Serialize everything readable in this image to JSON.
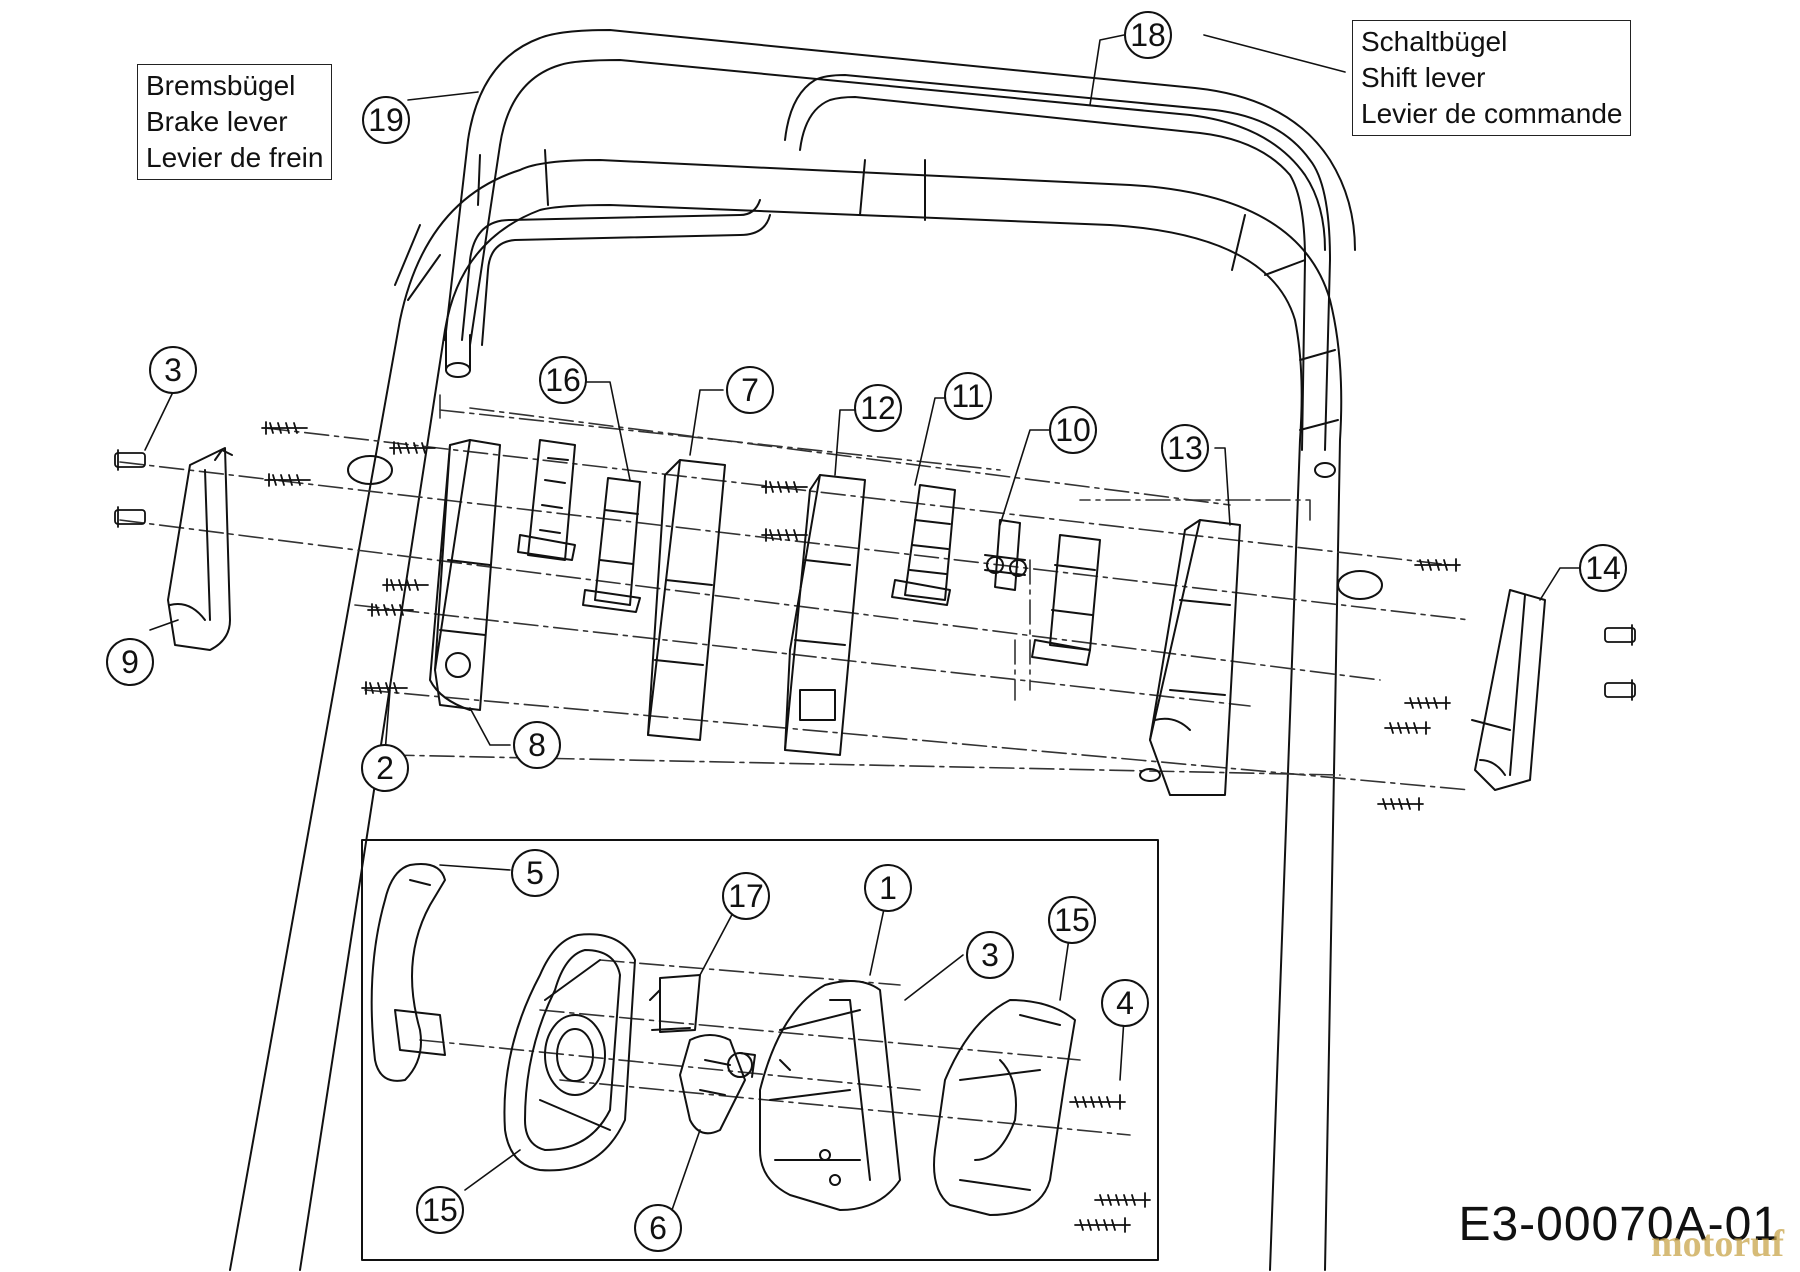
{
  "legend_brake": {
    "line1": "Bremsbügel",
    "line2": "Brake lever",
    "line3": "Levier de frein"
  },
  "legend_shift": {
    "line1": "Schaltbügel",
    "line2": "Shift lever",
    "line3": "Levier de commande"
  },
  "callouts": {
    "c1": "1",
    "c2": "2",
    "c3a": "3",
    "c3b": "3",
    "c4": "4",
    "c5": "5",
    "c6": "6",
    "c7": "7",
    "c8": "8",
    "c9": "9",
    "c10": "10",
    "c11": "11",
    "c12": "12",
    "c13": "13",
    "c14": "14",
    "c15a": "15",
    "c15b": "15",
    "c16": "16",
    "c17": "17",
    "c18": "18",
    "c19": "19"
  },
  "drawing_code": "E3-00070A-01",
  "watermark": "motoruf"
}
